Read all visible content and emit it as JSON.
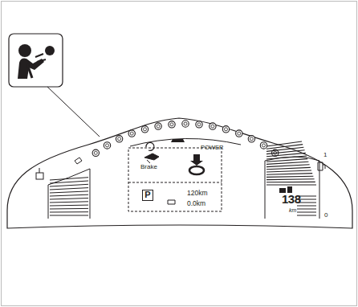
{
  "diagram": {
    "nodes": [
      {
        "text": [
          "Brake",
          "120km",
          "0.0km"
        ]
      },
      {
        "text": [
          "P"
        ],
        "in": 0
      }
    ],
    "labels": [
      "POWER",
      "1",
      "0",
      "138",
      "km"
    ]
  }
}
